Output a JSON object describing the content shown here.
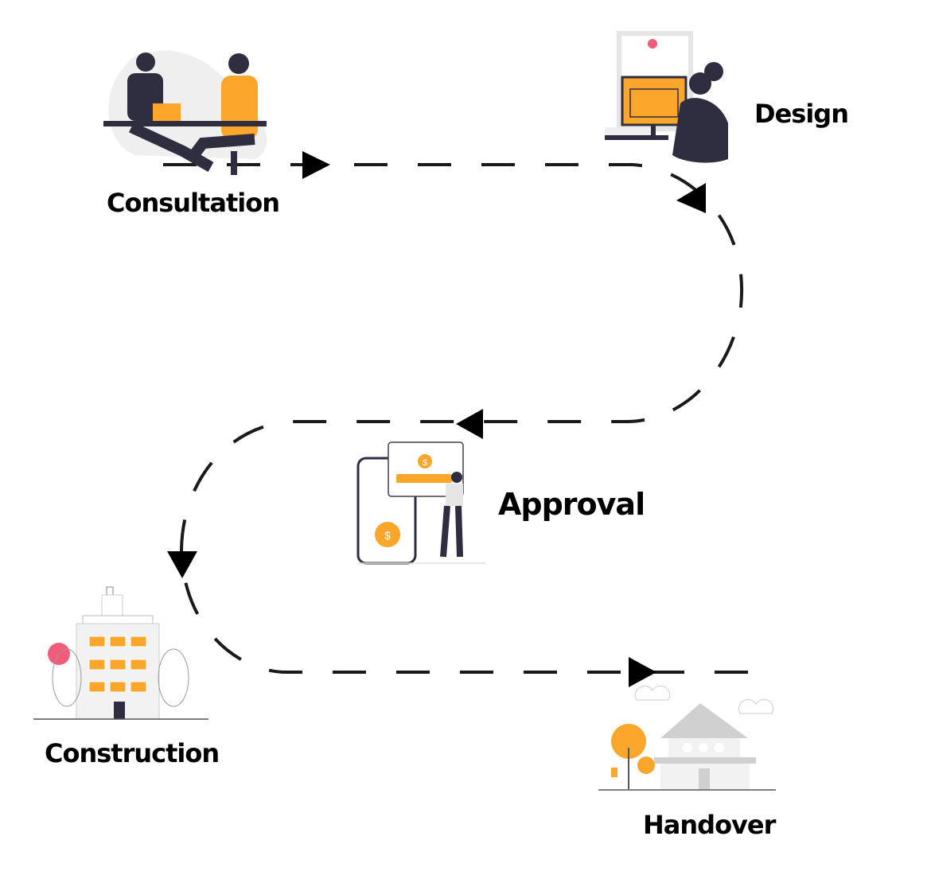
{
  "title": "Project process flow",
  "colors": {
    "accent": "#F9A62B",
    "dark": "#2F2E41",
    "pink": "#F25C7A",
    "grey": "#D0D0D0",
    "line": "#1A1A1A"
  },
  "steps": [
    {
      "label": "Consultation",
      "icon": "handshake-meeting-illustration"
    },
    {
      "label": "Design",
      "icon": "designer-at-computer-illustration"
    },
    {
      "label": "Approval",
      "icon": "payment-approval-illustration"
    },
    {
      "label": "Construction",
      "icon": "building-illustration"
    },
    {
      "label": "Handover",
      "icon": "house-illustration"
    }
  ]
}
